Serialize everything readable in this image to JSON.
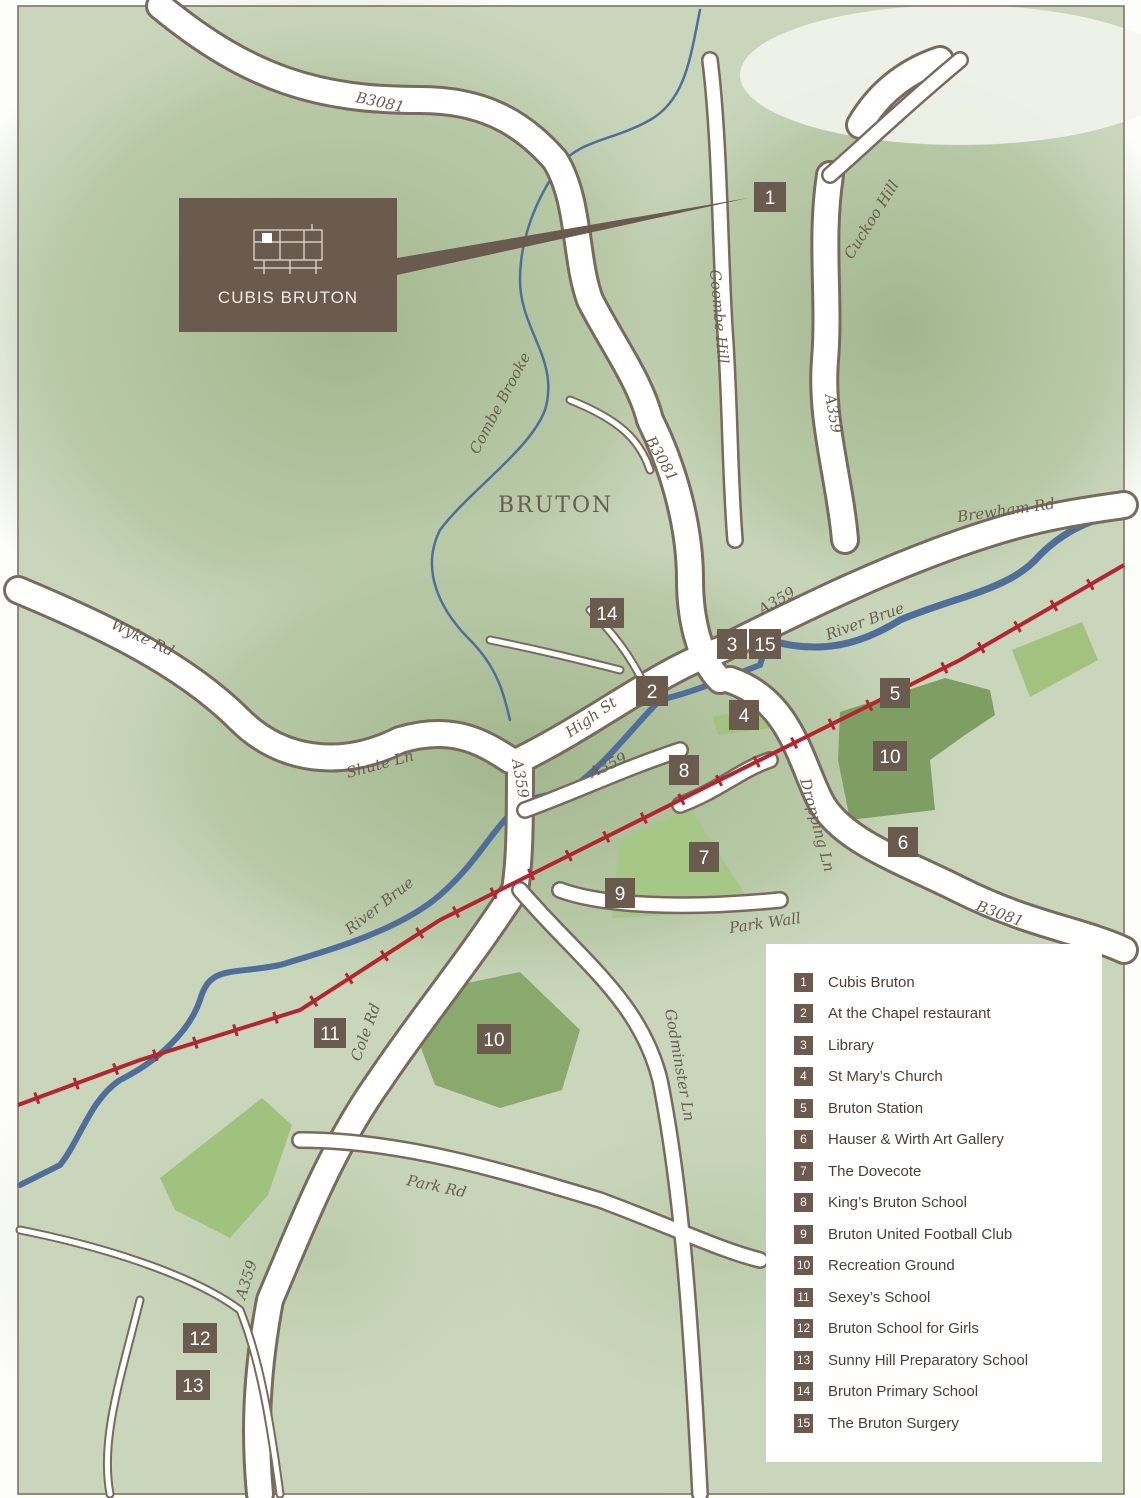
{
  "brand": {
    "name": "CUBIS BRUTON"
  },
  "town_label": "BRUTON",
  "road_labels": {
    "b3081_north": "B3081",
    "b3081_center": "B3081",
    "b3081_south": "B3081",
    "coombe_hill": "Coombe Hill",
    "cuckoo_hill": "Cuckoo Hill",
    "a359_north": "A359",
    "a359_east": "A359",
    "a359_center": "A359",
    "a359_west": "A359",
    "a359_south": "A359",
    "brewham_rd": "Brewham Rd",
    "combe_brooke": "Combe Brooke",
    "wyke_rd": "Wyke Rd",
    "shute_ln": "Shute Ln",
    "high_st": "High St",
    "river_brue_east": "River Brue",
    "river_brue_west": "River Brue",
    "dropping_ln": "Dropping Ln",
    "park_wall": "Park Wall",
    "cole_rd": "Cole Rd",
    "godminster_ln": "Godminster Ln",
    "park_rd": "Park Rd"
  },
  "markers": [
    {
      "id": "m1",
      "label": "1"
    },
    {
      "id": "m2",
      "label": "2"
    },
    {
      "id": "m3",
      "label": "3"
    },
    {
      "id": "m15",
      "label": "15"
    },
    {
      "id": "m4",
      "label": "4"
    },
    {
      "id": "m5",
      "label": "5"
    },
    {
      "id": "m10a",
      "label": "10"
    },
    {
      "id": "m8",
      "label": "8"
    },
    {
      "id": "m6",
      "label": "6"
    },
    {
      "id": "m7",
      "label": "7"
    },
    {
      "id": "m9",
      "label": "9"
    },
    {
      "id": "m14",
      "label": "14"
    },
    {
      "id": "m11",
      "label": "11"
    },
    {
      "id": "m10b",
      "label": "10"
    },
    {
      "id": "m12",
      "label": "12"
    },
    {
      "id": "m13",
      "label": "13"
    }
  ],
  "legend": [
    {
      "num": "1",
      "label": "Cubis Bruton"
    },
    {
      "num": "2",
      "label": "At the Chapel restaurant"
    },
    {
      "num": "3",
      "label": "Library"
    },
    {
      "num": "4",
      "label": "St Mary’s Church"
    },
    {
      "num": "5",
      "label": "Bruton Station"
    },
    {
      "num": "6",
      "label": "Hauser & Wirth Art Gallery"
    },
    {
      "num": "7",
      "label": "The Dovecote"
    },
    {
      "num": "8",
      "label": "King’s Bruton School"
    },
    {
      "num": "9",
      "label": "Bruton United Football Club"
    },
    {
      "num": "10",
      "label": "Recreation Ground"
    },
    {
      "num": "11",
      "label": "Sexey’s School"
    },
    {
      "num": "12",
      "label": "Bruton School for Girls"
    },
    {
      "num": "13",
      "label": "Sunny Hill Preparatory School"
    },
    {
      "num": "14",
      "label": "Bruton Primary School"
    },
    {
      "num": "15",
      "label": "The Bruton Surgery"
    }
  ],
  "colors": {
    "land_green": "#a9bc95",
    "park_green": "#9fc27e",
    "road": "#ffffff",
    "road_edge": "#7a6a5d",
    "river": "#4f6f9a",
    "railway": "#b3252f",
    "marker": "#6b5a4e"
  }
}
